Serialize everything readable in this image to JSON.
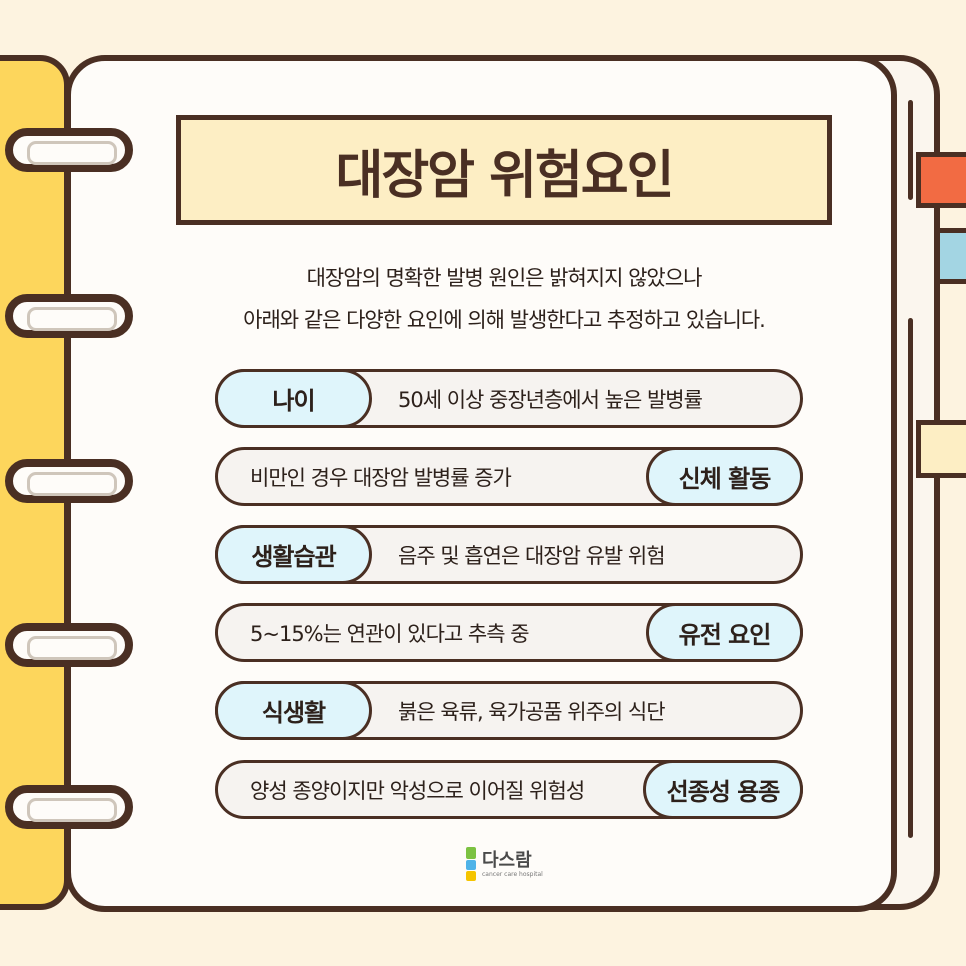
{
  "title": "대장암 위험요인",
  "description": [
    "대장암의 명확한 발병 원인은 밝혀지지 않았으나",
    "아래와 같은 다양한 요인에 의해 발생한다고 추정하고 있습니다."
  ],
  "factors": [
    {
      "label": "나이",
      "text": "50세 이상 중장년층에서 높은 발병률",
      "side": "left"
    },
    {
      "label": "신체 활동",
      "text": "비만인 경우 대장암 발병률 증가",
      "side": "right"
    },
    {
      "label": "생활습관",
      "text": "음주 및 흡연은 대장암 유발 위험",
      "side": "left"
    },
    {
      "label": "유전 요인",
      "text": "5~15%는 연관이 있다고 추측 중",
      "side": "right"
    },
    {
      "label": "식생활",
      "text": "붉은 육류, 육가공품 위주의 식단",
      "side": "left"
    },
    {
      "label": "선종성 용종",
      "text": "양성 종양이지만 악성으로 이어질 위험성",
      "side": "right"
    }
  ],
  "logo": {
    "name": "다스람",
    "sub": "cancer care hospital"
  },
  "colors": {
    "outline": "#4a2f23",
    "cover": "#fdd65c",
    "title_bg": "#fdeec4",
    "label_bg": "#dff5fb",
    "tab_orange": "#f26b43",
    "tab_blue": "#a3d5e3"
  },
  "icons": [
    "binder-ring",
    "logo-mark"
  ]
}
